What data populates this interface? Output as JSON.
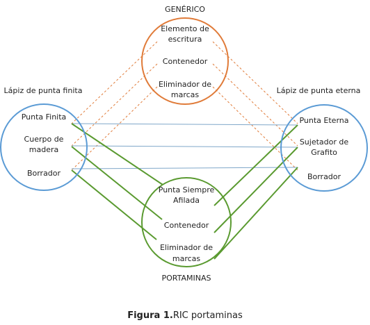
{
  "colors": {
    "generic": "#e07b39",
    "left": "#5b9bd5",
    "right": "#5b9bd5",
    "portaminas": "#5a9a30",
    "blue_link": "#7fa7c9"
  },
  "generic": {
    "title": "GENÉRICO",
    "item1": [
      "Elemento de",
      "escritura"
    ],
    "item2": "Contenedor",
    "item3": [
      "Eliminador de",
      "marcas"
    ]
  },
  "left": {
    "title": "Lápiz de punta finita",
    "item1": "Punta Finita",
    "item2": [
      "Cuerpo de",
      "madera"
    ],
    "item3": "Borrador"
  },
  "right": {
    "title": "Lápiz de punta eterna",
    "item1": "Punta Eterna",
    "item2": [
      "Sujetador de",
      "Grafito"
    ],
    "item3": "Borrador"
  },
  "portaminas": {
    "title": "PORTAMINAS",
    "item1": [
      "Punta Siempre",
      "Afilada"
    ],
    "item2": "Contenedor",
    "item3": [
      "Eliminador de",
      "marcas"
    ]
  },
  "caption": {
    "label": "Figura 1.",
    "text": "RIC portaminas"
  }
}
